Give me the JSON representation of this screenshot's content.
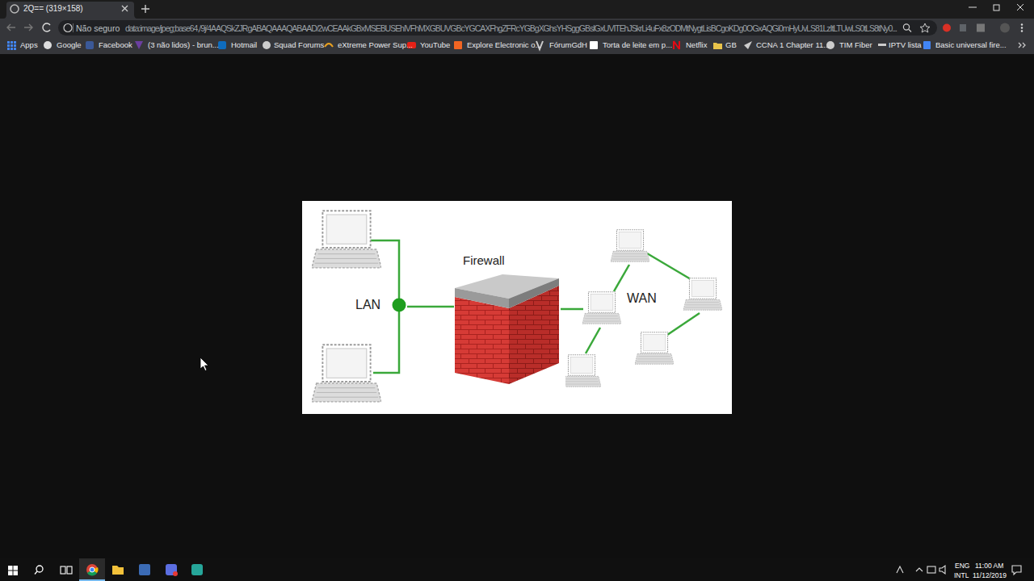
{
  "diagram": {
    "nodes": [
      {
        "text": [
          "LAN"
        ]
      },
      {
        "text": [
          "Firewall"
        ]
      },
      {
        "text": [
          "WAN"
        ]
      }
    ],
    "edges": [
      {
        "from": 0,
        "to": 1,
        "arrow": "none"
      },
      {
        "from": 1,
        "to": 2,
        "arrow": "none"
      }
    ],
    "labels": [
      "2Q== (319×158)",
      "Não seguro",
      "data:image/jpeg;base64,/9j/4AAQSkZJRgABAQAAAQABAAD/2wCEAAkGBxMSEBUSEhIVFhMXGBUVGBcYGCAXFhgZFRcYGBgXGhsYHSggGBslGxUVITEhJSkrLi4uFx8zODMtNygtLisBCgoKDg0OGxAQGi0mHyUvLS81LzItLTUwLS0tLS8tNy0...",
      "Apps",
      "Google",
      "Facebook",
      "(3 não lidos) - brun...",
      "Hotmail",
      "Squad Forums",
      "eXtreme Power Sup...",
      "YouTube",
      "Explore Electronic o...",
      "FórumGdH",
      "Torta de leite em p...",
      "Netflix",
      "GB",
      "CCNA 1 Chapter 11...",
      "TIM Fiber",
      "IPTV lista",
      "Basic universal fire...",
      "ENG",
      "INTL",
      "11:00 AM",
      "11/12/2019"
    ]
  }
}
